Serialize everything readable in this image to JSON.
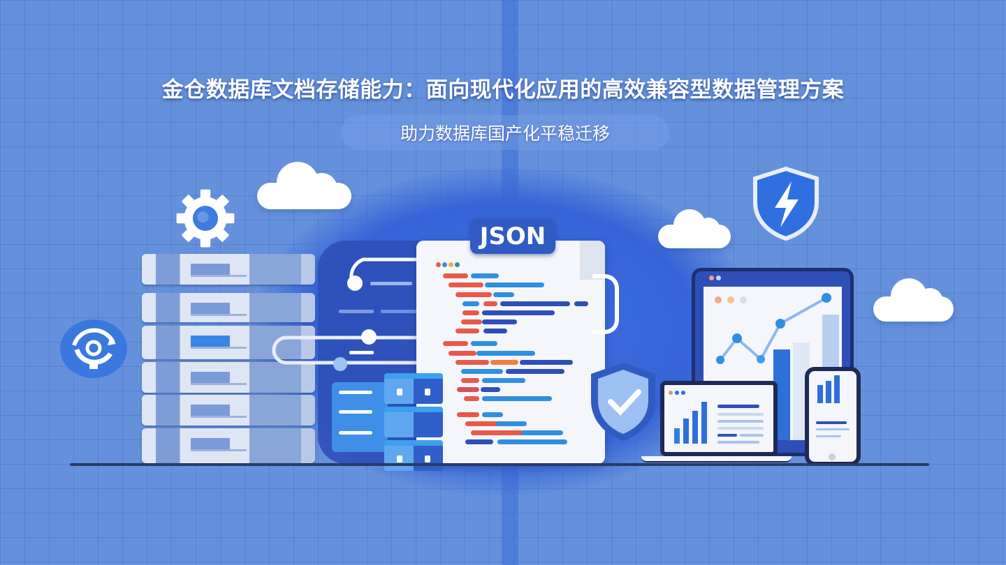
{
  "banner": {
    "title": "金仓数据库文档存储能力：面向现代化应用的高效兼容型数据管理方案",
    "subtitle": "助力数据库国产化平稳迁移",
    "json_badge": "JSON"
  },
  "illustration": {
    "icons": [
      "gear-icon",
      "sync-icon",
      "cloud-icon",
      "shield-bolt-icon",
      "shield-check-icon",
      "server-rack",
      "json-document",
      "data-cubes",
      "monitor-chart",
      "laptop-chart",
      "phone-chart"
    ],
    "colors": {
      "background": "#6591dc",
      "grid": "#4f7dcf",
      "accent": "#2f5bc2",
      "dark": "#1d2a55",
      "code_red": "#e8594a",
      "code_blue": "#2f8fe0",
      "code_navy": "#2f4fb8"
    },
    "server_units": 6,
    "monitor_chart": {
      "line_points": [
        [
          0,
          70
        ],
        [
          1,
          40
        ],
        [
          2,
          60
        ],
        [
          3,
          30
        ],
        [
          4,
          5
        ]
      ],
      "bars": [
        30,
        55,
        75,
        90,
        100
      ]
    },
    "laptop_chart": {
      "bars": [
        40,
        62,
        80,
        100
      ]
    },
    "phone_chart": {
      "bars": [
        55,
        68,
        85
      ]
    }
  }
}
